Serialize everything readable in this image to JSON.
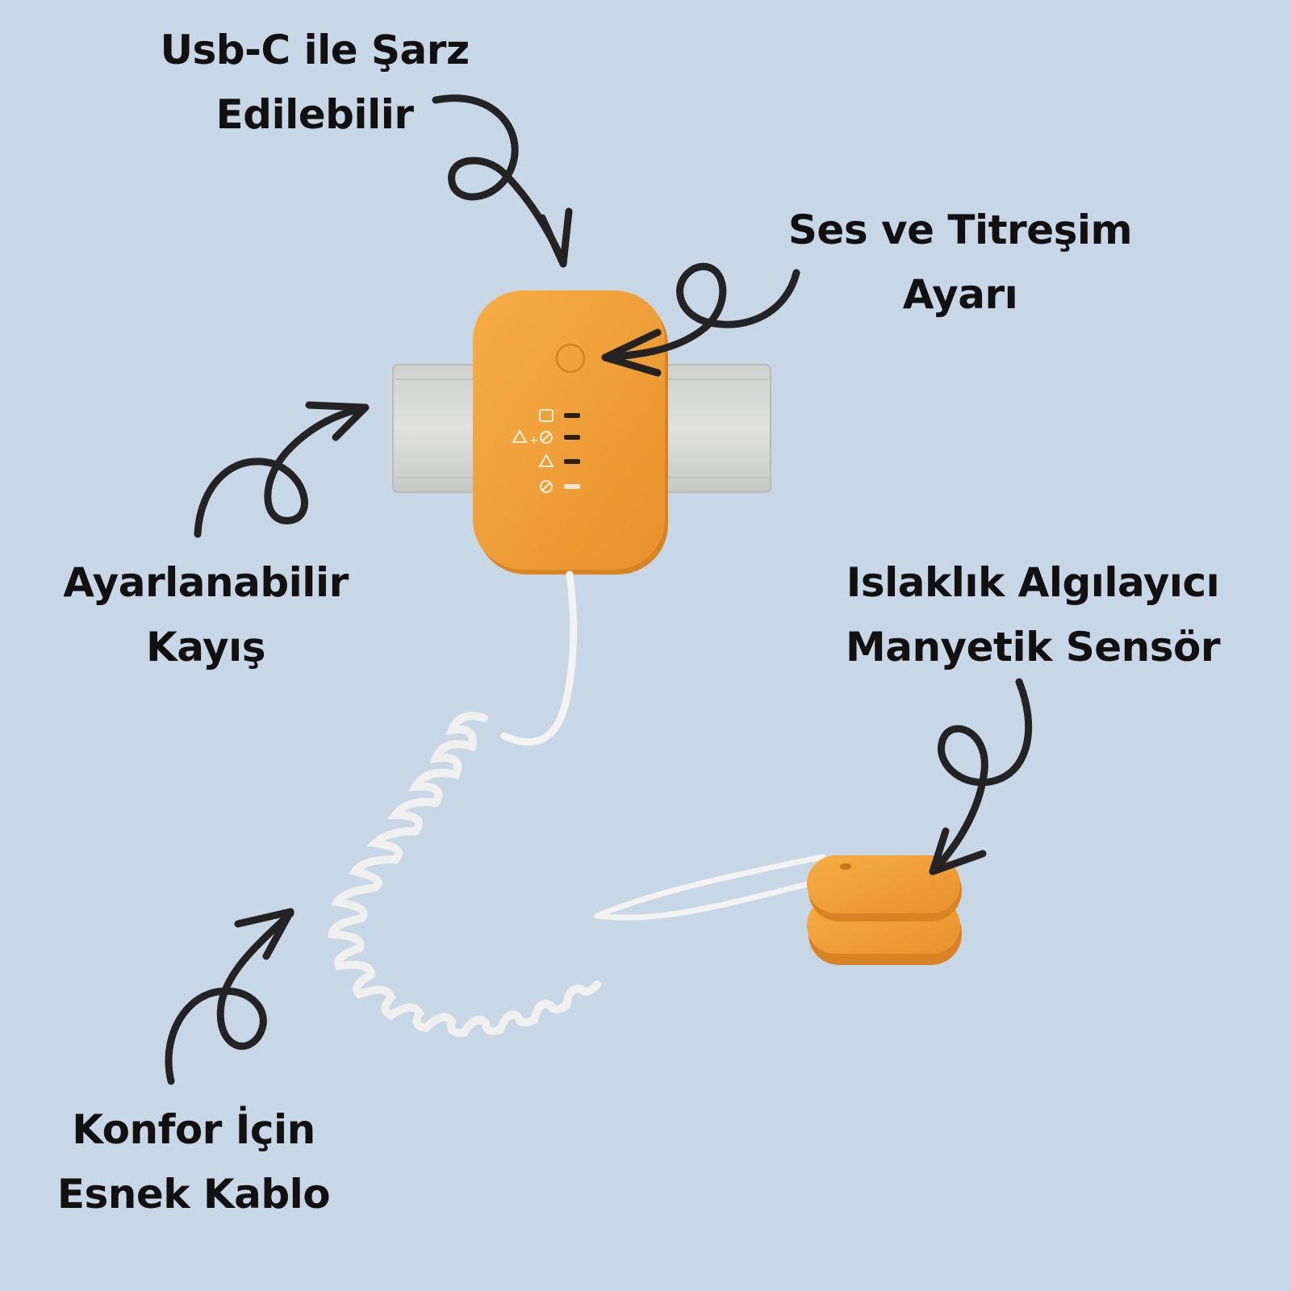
{
  "labels": {
    "usb_charge": [
      "Usb-C ile Şarz",
      "Edilebilir"
    ],
    "sound_vibration": [
      "Ses ve Titreşim",
      "Ayarı"
    ],
    "adjustable_strap": [
      "Ayarlanabilir",
      "Kayış"
    ],
    "wetness_sensor": [
      "Islaklık Algılayıcı",
      "Manyetik Sensör"
    ],
    "flexible_cable": [
      "Konfor İçin",
      "Esnek Kablo"
    ]
  },
  "colors": {
    "background": "#c8d7e5",
    "device_orange": "#f0a13c",
    "strap_gray": "#d4d5d3",
    "cable_white": "#f2f2f0",
    "arrow_dark": "#1f1f1f"
  },
  "icons": [
    "battery-icon",
    "sound-icon",
    "vibration-icon",
    "mute-icon"
  ]
}
